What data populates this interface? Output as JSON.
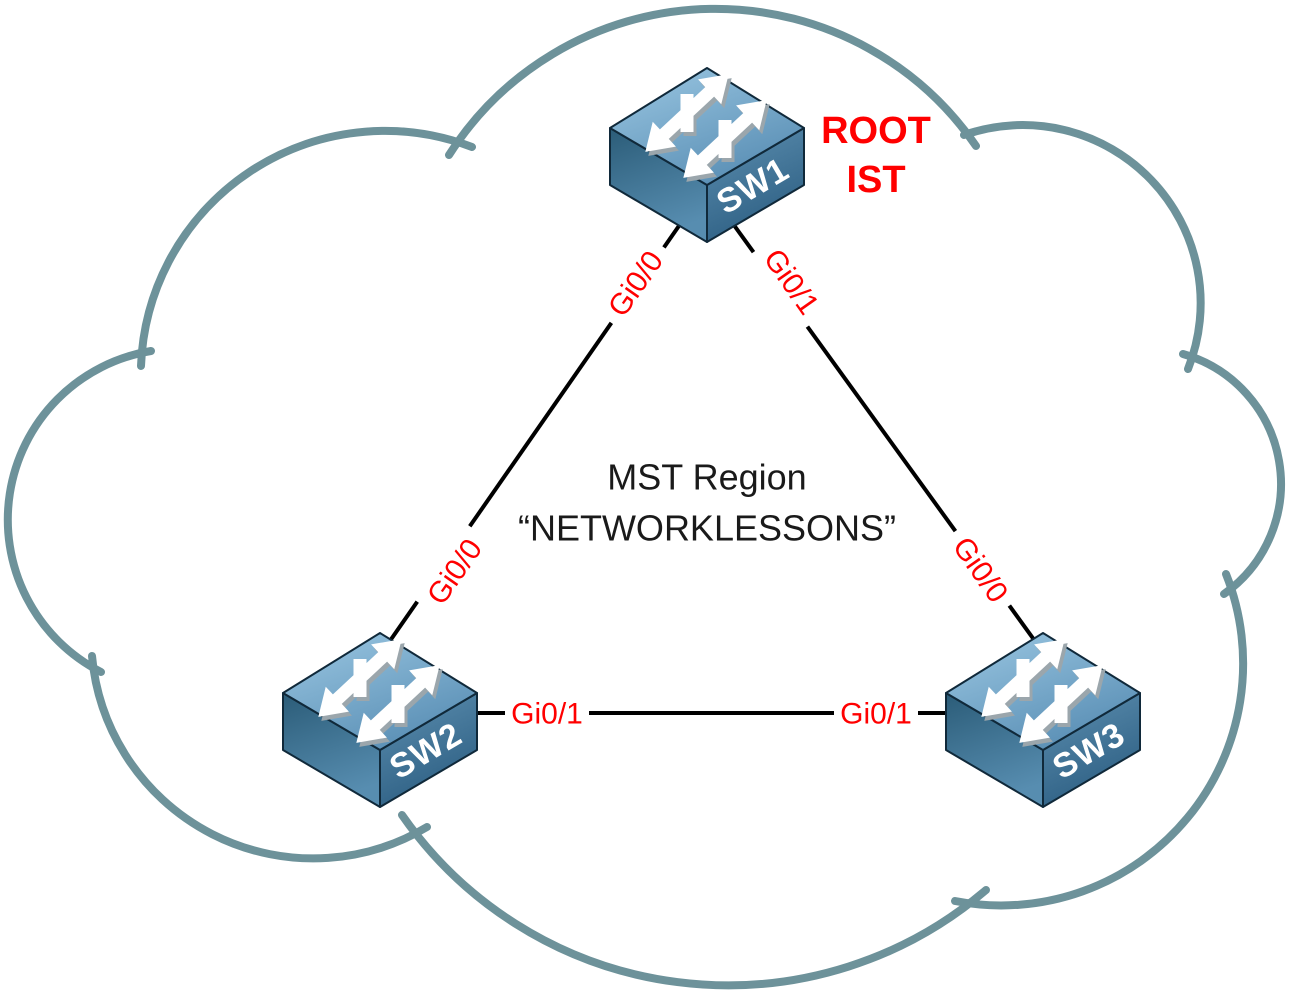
{
  "diagram": {
    "region_label": {
      "line1": "MST Region",
      "line2": "“NETWORKLESSONS”"
    },
    "root_annotation": {
      "line1": "ROOT",
      "line2": "IST"
    },
    "switches": [
      {
        "id": "SW1",
        "label": "SW1"
      },
      {
        "id": "SW2",
        "label": "SW2"
      },
      {
        "id": "SW3",
        "label": "SW3"
      }
    ],
    "links": [
      {
        "from": "SW1",
        "to": "SW2",
        "from_interface": "Gi0/0",
        "to_interface": "Gi0/0"
      },
      {
        "from": "SW1",
        "to": "SW3",
        "from_interface": "Gi0/1",
        "to_interface": "Gi0/0"
      },
      {
        "from": "SW2",
        "to": "SW3",
        "from_interface": "Gi0/1",
        "to_interface": "Gi0/1"
      }
    ],
    "colors": {
      "cloud_stroke": "#6D929A",
      "interface_label": "#FF0000",
      "root_label": "#FF0000",
      "link_line": "#000000",
      "region_text": "#1A1A1A",
      "switch_top": "#74AACD",
      "switch_label": "#FFFFFF"
    }
  }
}
